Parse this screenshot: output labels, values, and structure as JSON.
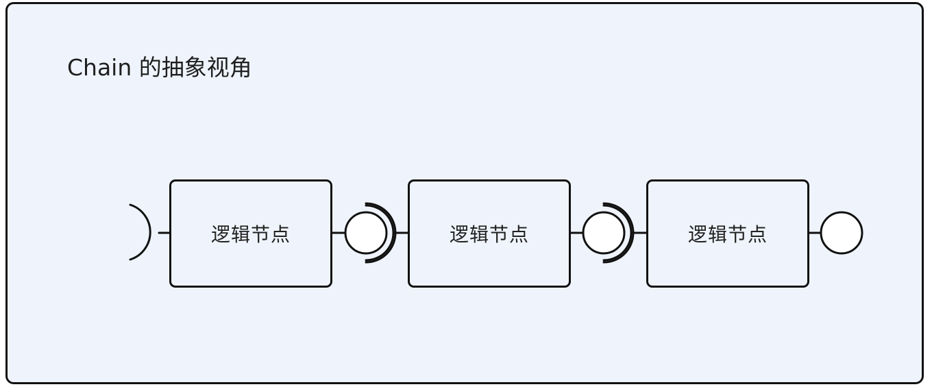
{
  "diagram": {
    "title": "Chain 的抽象视角",
    "nodes": [
      {
        "label": "逻辑节点"
      },
      {
        "label": "逻辑节点"
      },
      {
        "label": "逻辑节点"
      }
    ],
    "colors": {
      "background": "#eff4fc",
      "stroke": "#111111",
      "socket_fill": "#ffffff"
    },
    "icons": [
      "required-socket-icon",
      "provided-ball-icon",
      "ball-and-socket-icon"
    ]
  }
}
